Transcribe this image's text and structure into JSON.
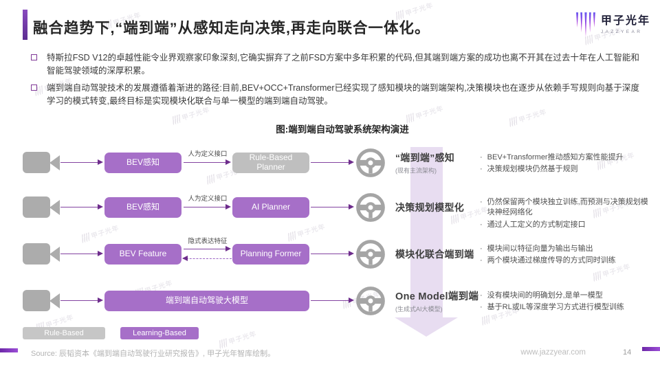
{
  "header": {
    "title": "融合趋势下,“端到端”从感知走向决策,再走向联合一体化。"
  },
  "logo": {
    "name": "甲子光年",
    "sub": "JAZZYEAR"
  },
  "intro": {
    "bullets": [
      "特斯拉FSD V12的卓越性能令业界观察家印象深刻,它确实摒弃了之前FSD方案中多年积累的代码,但其端到端方案的成功也离不开其在过去十年在人工智能和智能驾驶领域的深厚积累。",
      "端到端自动驾驶技术的发展遵循着渐进的路径:目前,BEV+OCC+Transformer已经实现了感知模块的端到端架构,决策模块也在逐步从依赖手写规则向基于深度学习的模式转变,最终目标是实现模块化联合与单一模型的端到端自动驾驶。"
    ]
  },
  "diagram": {
    "title": "图:端到端自动驾驶系统架构演进",
    "rows": [
      {
        "box1": "BEV感知",
        "link_label": "人为定义接口",
        "box2": "Rule-Based Planner",
        "label": "“端到端”感知",
        "sublabel": "(现有主流架构)",
        "points": [
          "BEV+Transformer推动感知方案性能提升",
          "决策规划模块仍然基于规则"
        ]
      },
      {
        "box1": "BEV感知",
        "link_label": "人为定义接口",
        "box2": "AI Planner",
        "label": "决策规划模型化",
        "points": [
          "仍然保留两个模块独立训练,而预测与决策规划模块神经网络化",
          "通过人工定义的方式制定接口"
        ]
      },
      {
        "box1": "BEV Feature",
        "link_label": "隐式表达特征",
        "box2": "Planning Former",
        "label": "模块化联合端到端",
        "points": [
          "模块间以特征向量为输出与输出",
          "两个模块通过梯度传导的方式同时训练"
        ]
      },
      {
        "box_wide": "端到端自动驾驶大模型",
        "label": "One Model端到端",
        "sublabel": "(生成式AI大模型)",
        "points": [
          "没有模块间的明确划分,是单一模型",
          "基于RL或IL等深度学习方式进行模型训练"
        ]
      }
    ],
    "legend": [
      {
        "label": "Rule-Based",
        "color": "#C6C6C6"
      },
      {
        "label": "Learning-Based",
        "color": "#A66FC8"
      }
    ]
  },
  "footer": {
    "source": "Source:  辰韬资本《端到端自动驾驶行业研究报告》, 甲子光年智库绘制。",
    "website": "www.jazzyear.com",
    "page_number": "14"
  },
  "watermark": {
    "text": "甲子光年"
  },
  "colors": {
    "accent_purple": "#7D3595",
    "box_purple": "#A66FC8",
    "box_gray": "#BFBFBF",
    "arrow_purple": "#8242A0",
    "band_purple": "rgba(167,124,199,0.26)"
  }
}
